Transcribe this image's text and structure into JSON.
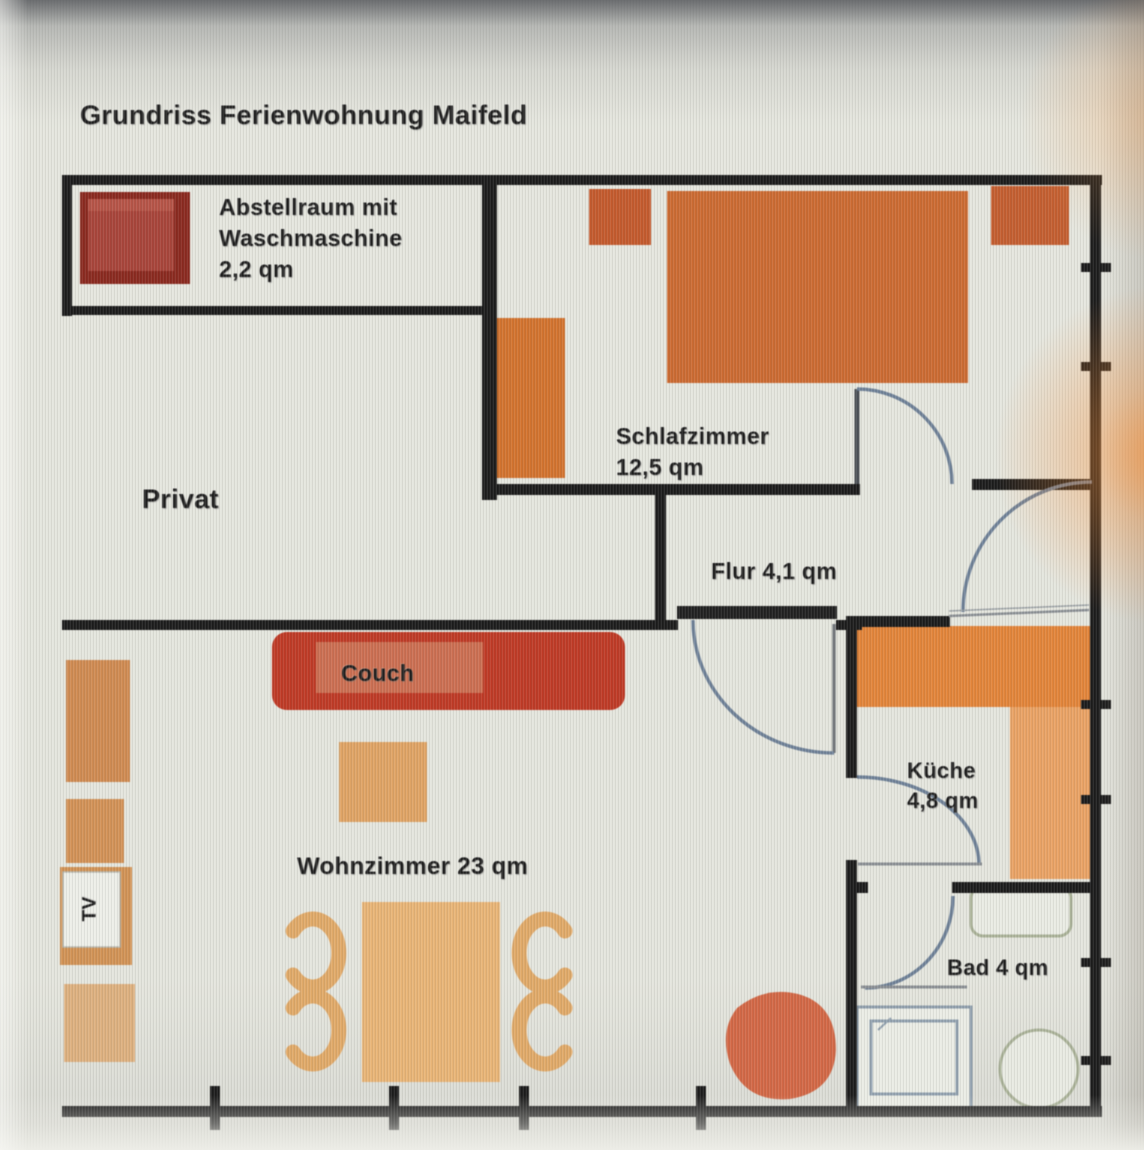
{
  "title": "Grundriss Ferienwohnung Maifeld",
  "rooms": {
    "storage": {
      "line1": "Abstellraum mit",
      "line2": "Waschmaschine",
      "line3": "2,2 qm"
    },
    "bedroom": {
      "name": "Schlafzimmer",
      "area": "12,5 qm"
    },
    "hallway": {
      "label": "Flur 4,1 qm"
    },
    "private": {
      "label": "Privat"
    },
    "living": {
      "label": "Wohnzimmer 23 qm"
    },
    "kitchen": {
      "name": "Küche",
      "area": "4,8 qm"
    },
    "bath": {
      "label": "Bad 4 qm"
    }
  },
  "furniture": {
    "couch_label": "Couch",
    "tv_label": "TV"
  },
  "colors": {
    "wall": "#1b1b1b",
    "bed_orange": "#c96a33",
    "wardrobe_orange": "#d0722f",
    "counter_orange_dark": "#e0843c",
    "counter_orange_light": "#e7a266",
    "couch_red": "#bb3a26",
    "couch_inner": "#c96f52",
    "wood_tan": "#e7b478",
    "chair_tan": "#dfa96a",
    "washing_machine_red": "#87291f",
    "beanbag_orange": "#cf6847",
    "door_arc_blue": "#6e8096",
    "fixture_outline": "#a9b198",
    "shower_outline": "#8e9dab"
  }
}
